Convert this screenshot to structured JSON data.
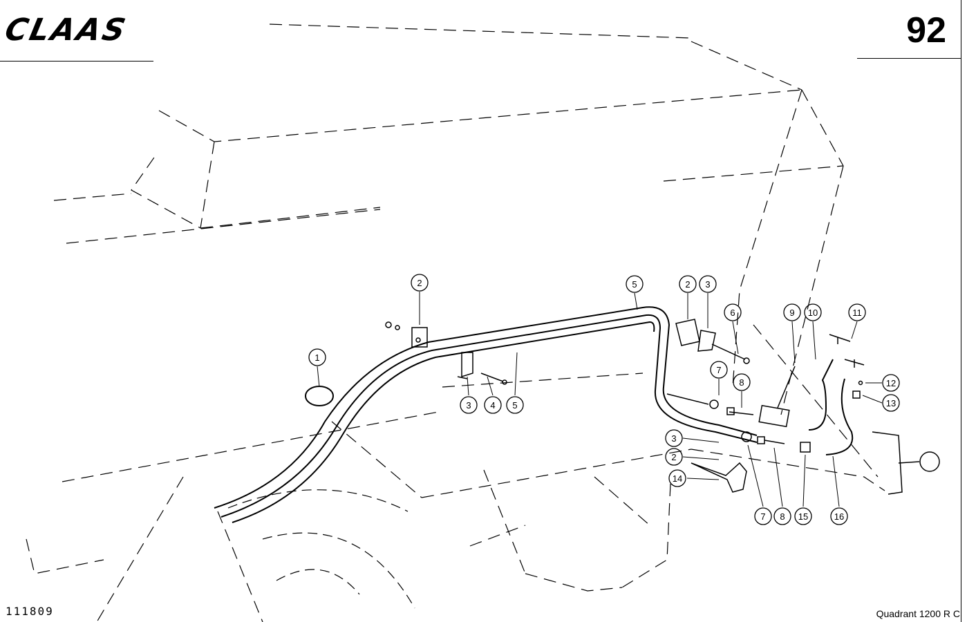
{
  "header": {
    "brand": "CLAAS",
    "page_number": "92"
  },
  "footer": {
    "drawing_number": "111809",
    "model": "Quadrant  1200 R C"
  },
  "callouts": [
    {
      "id": "c1",
      "label": "1"
    },
    {
      "id": "c2a",
      "label": "2"
    },
    {
      "id": "c3a",
      "label": "3"
    },
    {
      "id": "c4",
      "label": "4"
    },
    {
      "id": "c5a",
      "label": "5"
    },
    {
      "id": "c5b",
      "label": "5"
    },
    {
      "id": "c2b",
      "label": "2"
    },
    {
      "id": "c3b",
      "label": "3"
    },
    {
      "id": "c6",
      "label": "6"
    },
    {
      "id": "c7a",
      "label": "7"
    },
    {
      "id": "c8a",
      "label": "8"
    },
    {
      "id": "c9",
      "label": "9"
    },
    {
      "id": "c10",
      "label": "10"
    },
    {
      "id": "c11",
      "label": "11"
    },
    {
      "id": "c12",
      "label": "12"
    },
    {
      "id": "c13",
      "label": "13"
    },
    {
      "id": "c3c",
      "label": "3"
    },
    {
      "id": "c2c",
      "label": "2"
    },
    {
      "id": "c14",
      "label": "14"
    },
    {
      "id": "c7b",
      "label": "7"
    },
    {
      "id": "c8b",
      "label": "8"
    },
    {
      "id": "c15",
      "label": "15"
    },
    {
      "id": "c16",
      "label": "16"
    }
  ]
}
